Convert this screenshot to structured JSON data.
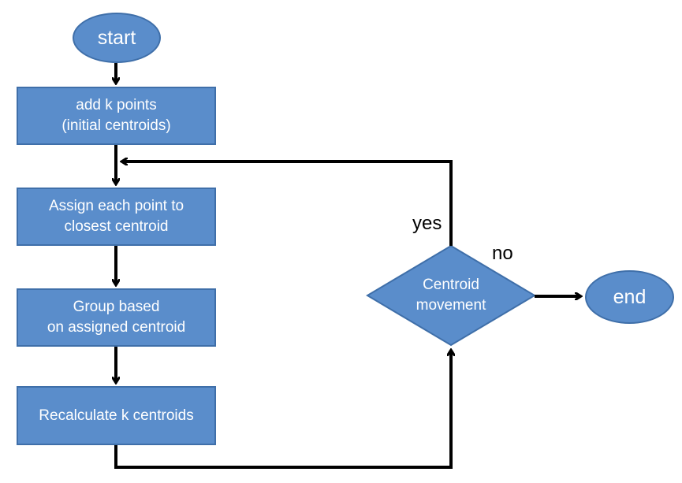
{
  "nodes": {
    "start": "start",
    "add_points": "add k points\n(initial centroids)",
    "assign": "Assign each point to\nclosest centroid",
    "group": "Group based\non assigned centroid",
    "recalculate": "Recalculate k centroids",
    "decision": "Centroid\nmovement",
    "end": "end"
  },
  "edge_labels": {
    "yes": "yes",
    "no": "no"
  },
  "colors": {
    "node_fill": "#5a8dcb",
    "node_border": "#3f6fa9",
    "arrow": "#000000"
  }
}
